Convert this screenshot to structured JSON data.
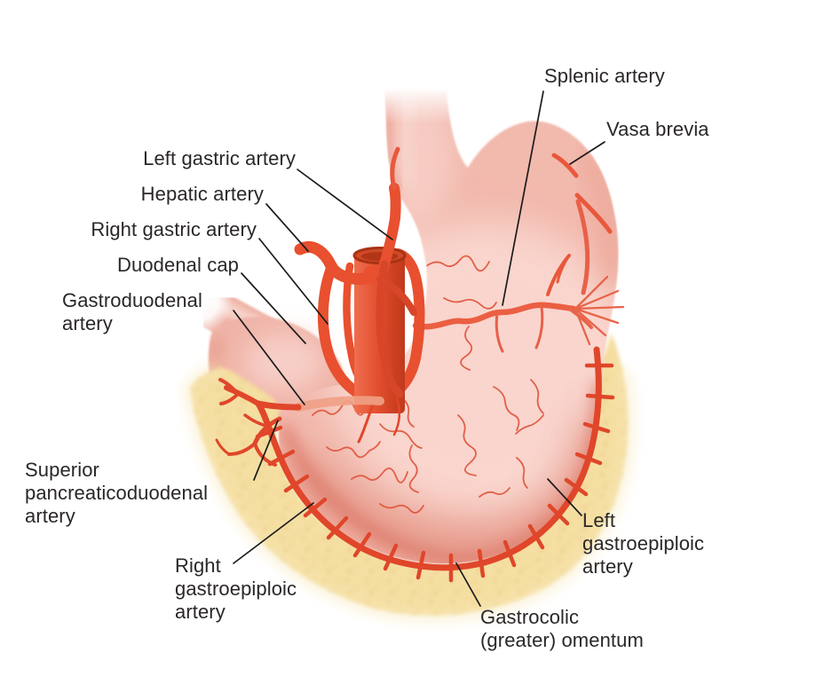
{
  "figure": {
    "labels": [
      {
        "id": "splenic-artery",
        "text": "Splenic artery"
      },
      {
        "id": "vasa-brevia",
        "text": "Vasa brevia"
      },
      {
        "id": "left-gastric-artery",
        "text": "Left gastric artery"
      },
      {
        "id": "hepatic-artery",
        "text": "Hepatic artery"
      },
      {
        "id": "right-gastric-artery",
        "text": "Right gastric artery"
      },
      {
        "id": "duodenal-cap",
        "text": "Duodenal cap"
      },
      {
        "id": "gastroduodenal-artery",
        "text": "Gastroduodenal\nartery"
      },
      {
        "id": "superior-pancreaticoduodenal-artery",
        "text": "Superior\npancreaticoduodenal\nartery"
      },
      {
        "id": "right-gastroepiploic-artery",
        "text": "Right\ngastroepiploic\nartery"
      },
      {
        "id": "left-gastroepiploic-artery",
        "text": "Left\ngastroepiploic\nartery"
      },
      {
        "id": "gastrocolic-omentum",
        "text": "Gastrocolic\n(greater) omentum"
      }
    ],
    "colors": {
      "artery_bright": "#e8502f",
      "artery_arcade": "#e0462a",
      "artery_soft": "#eb5f43",
      "stomach_pink": "#f2b9ad",
      "stomach_highlight": "#fad9d2",
      "omentum_yellow": "#f5dfa3",
      "label_text": "#2b2728",
      "leader_line": "#1b1b1b",
      "background": "#ffffff"
    }
  }
}
